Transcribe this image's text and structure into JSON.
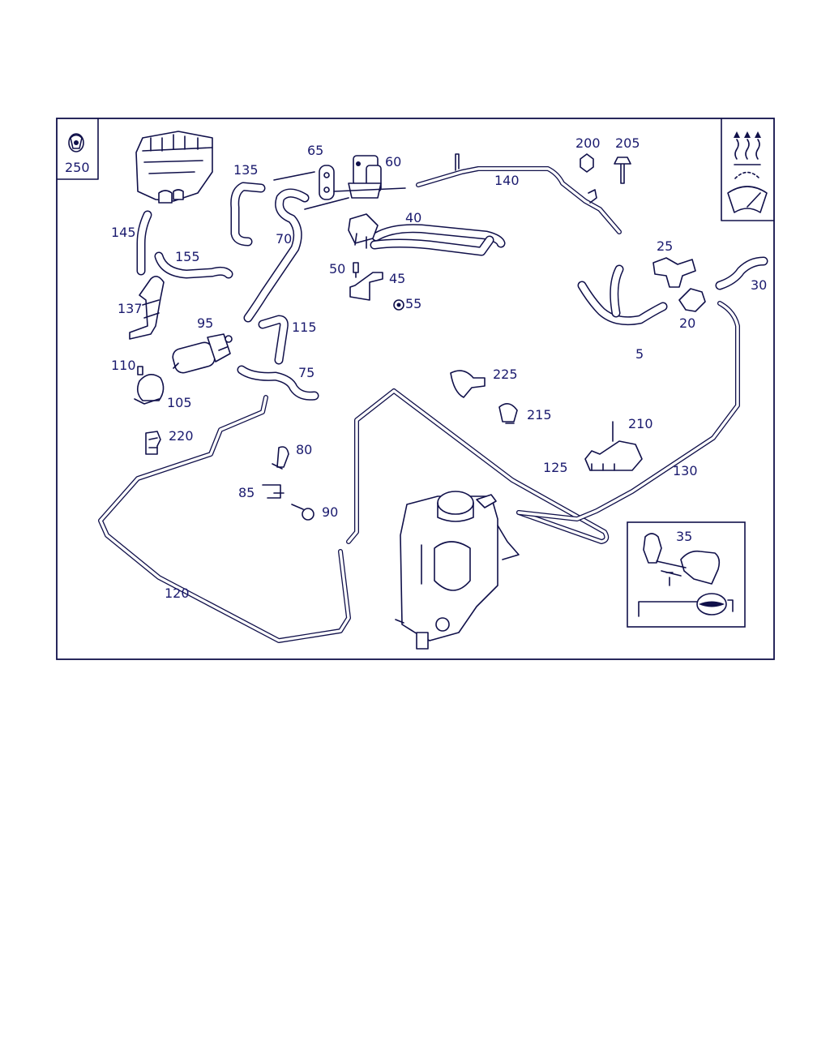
{
  "diagram": {
    "corner_ref": "250",
    "labels": {
      "p5": "5",
      "p20": "20",
      "p25": "25",
      "p30": "30",
      "p35": "35",
      "p40": "40",
      "p45": "45",
      "p50": "50",
      "p55": "55",
      "p60": "60",
      "p65": "65",
      "p70": "70",
      "p75": "75",
      "p80": "80",
      "p85": "85",
      "p90": "90",
      "p95": "95",
      "p105": "105",
      "p110": "110",
      "p115": "115",
      "p120": "120",
      "p125": "125",
      "p130": "130",
      "p135": "135",
      "p137": "137",
      "p140": "140",
      "p145": "145",
      "p155": "155",
      "p200": "200",
      "p205": "205",
      "p210": "210",
      "p215": "215",
      "p220": "220",
      "p225": "225"
    },
    "icons": [
      "clamp-icon",
      "heat-defrost-icon",
      "windshield-icon"
    ],
    "colors": {
      "line": "#10104a",
      "label": "#1a1a6e",
      "background": "#ffffff"
    }
  }
}
